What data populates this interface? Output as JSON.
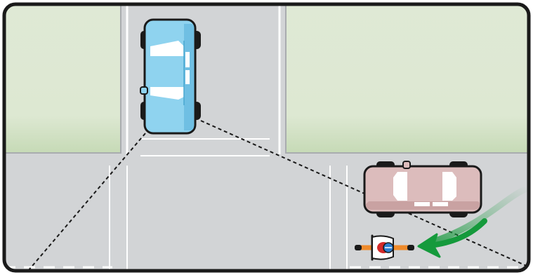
{
  "scene": {
    "type": "illustration",
    "colors": {
      "border": "#1a1a1a",
      "road": "#d2d4d6",
      "lawn_top": "#dfe9d5",
      "lawn_bottom": "#c8dcb9",
      "road_marking": "#ffffff",
      "blue_car_body": "#8fd3ef",
      "blue_car_shade": "#6fbfe3",
      "pink_car_body": "#dcbcbc",
      "pink_car_shade": "#c9a2a2",
      "sight_line": "#1a1a1a",
      "arrow_green": "#159a3c",
      "cyclist_orange": "#ee8a2a",
      "cyclist_red": "#d42a2a",
      "cyclist_helmet": "#2f7fd0"
    },
    "elements": [
      "blue-car-stopped-at-intersection",
      "pink-car-turning-right",
      "cyclist-in-bike-lane",
      "sight-line-dashed",
      "right-hook-arrow"
    ]
  }
}
